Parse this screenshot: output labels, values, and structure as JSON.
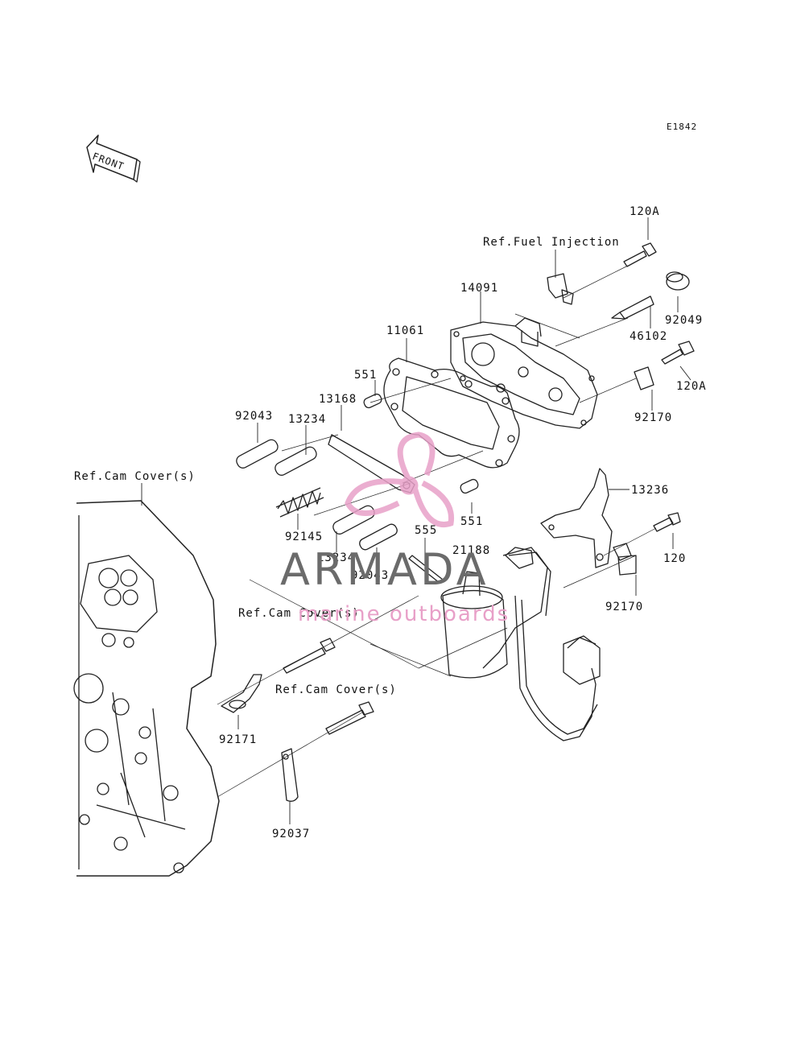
{
  "diagram": {
    "code": "E1842",
    "front_label": "FRONT",
    "part_labels": {
      "p120A_top": "120A",
      "ref_fuel_injection": "Ref.Fuel Injection",
      "p14091": "14091",
      "p92049": "92049",
      "p46102": "46102",
      "p11061": "11061",
      "p120A_mid": "120A",
      "p551_top": "551",
      "p92170_top": "92170",
      "p13168": "13168",
      "p92043_left": "92043",
      "p13234_top": "13234",
      "ref_cam_cover_1": "Ref.Cam Cover(s)",
      "p13236": "13236",
      "p551_mid": "551",
      "p92145": "92145",
      "p555": "555",
      "p120": "120",
      "p13234_bottom": "13234",
      "p21188": "21188",
      "p92043_bottom": "92043",
      "p92170_bottom": "92170",
      "ref_cam_cover_2": "Ref.Cam Cover(s)",
      "ref_cam_cover_3": "Ref.Cam Cover(s)",
      "p92171": "92171",
      "p92037": "92037"
    }
  },
  "watermark": {
    "brand": "ARMADA",
    "tagline": "marine outboards",
    "brand_color": "#6b6b6b",
    "accent_color": "#e8a0c8"
  }
}
